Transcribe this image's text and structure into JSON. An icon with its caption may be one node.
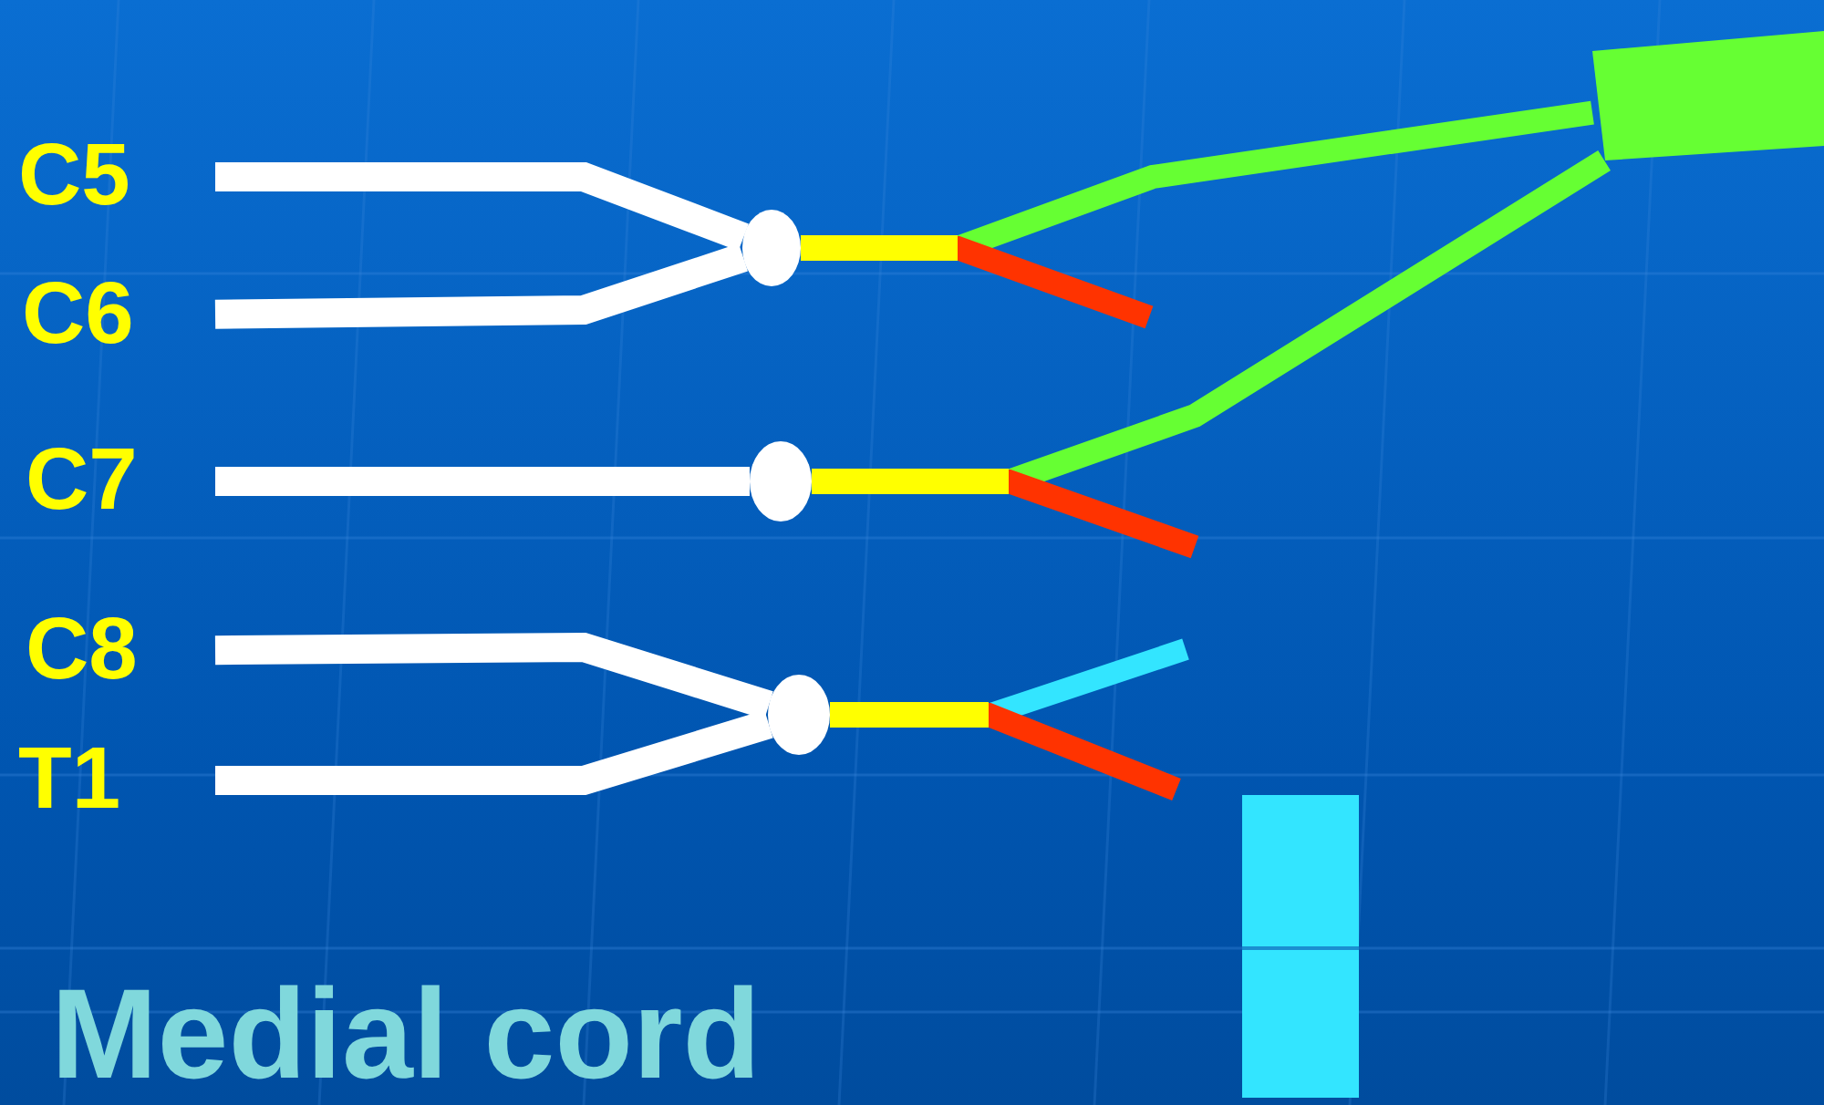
{
  "diagram": {
    "nodes": [
      {
        "text": [
          "C5"
        ]
      },
      {
        "text": [
          "C6"
        ]
      },
      {
        "text": [
          "C7"
        ]
      },
      {
        "text": [
          "C8"
        ]
      },
      {
        "text": [
          "T1"
        ]
      },
      {
        "text": [],
        "shape": "circle"
      },
      {
        "text": [],
        "shape": "circle"
      },
      {
        "text": [],
        "shape": "circle"
      },
      {
        "text": [],
        "shape": "box"
      },
      {
        "text": [],
        "shape": "bar"
      }
    ],
    "edges": [
      {
        "from": 0,
        "to": 5,
        "arrow": "none"
      },
      {
        "from": 1,
        "to": 5,
        "arrow": "none"
      },
      {
        "from": 2,
        "to": 6,
        "arrow": "none"
      },
      {
        "from": 3,
        "to": 7,
        "arrow": "none"
      },
      {
        "from": 4,
        "to": 7,
        "arrow": "none"
      },
      {
        "from": 5,
        "to": 8,
        "arrow": "none",
        "color": "#66ff33"
      },
      {
        "from": 5,
        "to": null,
        "arrow": "none",
        "color": "#ff3300"
      },
      {
        "from": 6,
        "to": 8,
        "arrow": "none",
        "color": "#66ff33"
      },
      {
        "from": 6,
        "to": null,
        "arrow": "none",
        "color": "#ff3300"
      },
      {
        "from": 7,
        "to": null,
        "arrow": "none",
        "color": "#33e5ff"
      },
      {
        "from": 7,
        "to": null,
        "arrow": "none",
        "color": "#ff3300"
      }
    ],
    "labels": [
      "Medial cord"
    ]
  }
}
